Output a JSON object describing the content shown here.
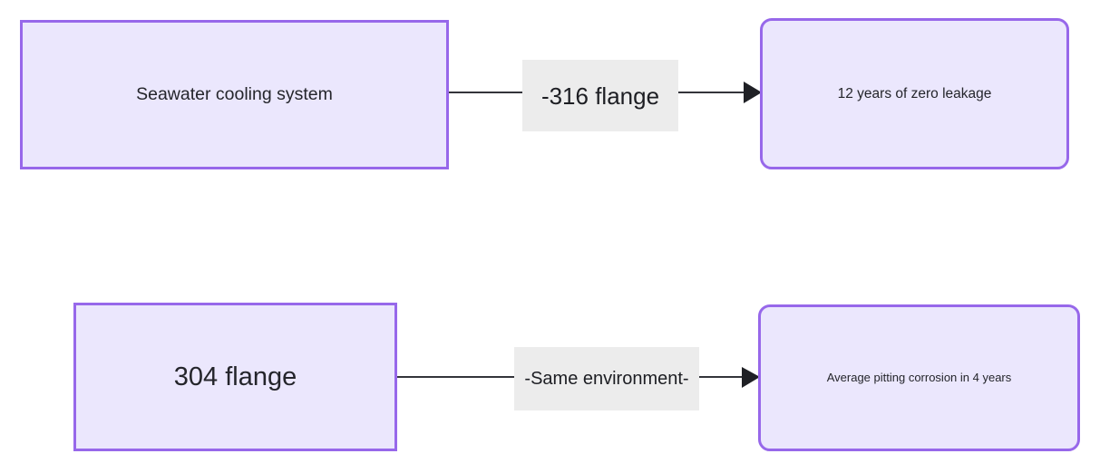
{
  "diagram": {
    "background_color": "#ffffff",
    "node_fill_color": "#ebe7fd",
    "node_border_color": "#9768ea",
    "edge_color": "#33343a",
    "edge_label_background": "#ececec",
    "nodes": [
      {
        "id": "source-top",
        "label": "Seawater cooling system",
        "shape": "rectangle"
      },
      {
        "id": "result-top",
        "label": "12 years of zero leakage",
        "shape": "rounded-rectangle"
      },
      {
        "id": "source-bottom",
        "label": "304 flange",
        "shape": "rectangle"
      },
      {
        "id": "result-bottom",
        "label": "Average pitting corrosion in 4 years",
        "shape": "rounded-rectangle"
      }
    ],
    "edges": [
      {
        "id": "edge-top",
        "from": "source-top",
        "to": "result-top",
        "label": "-316 flange",
        "arrow": "arrow-head-icon"
      },
      {
        "id": "edge-bottom",
        "from": "source-bottom",
        "to": "result-bottom",
        "label": "-Same environment-",
        "arrow": "arrow-head-icon"
      }
    ]
  }
}
